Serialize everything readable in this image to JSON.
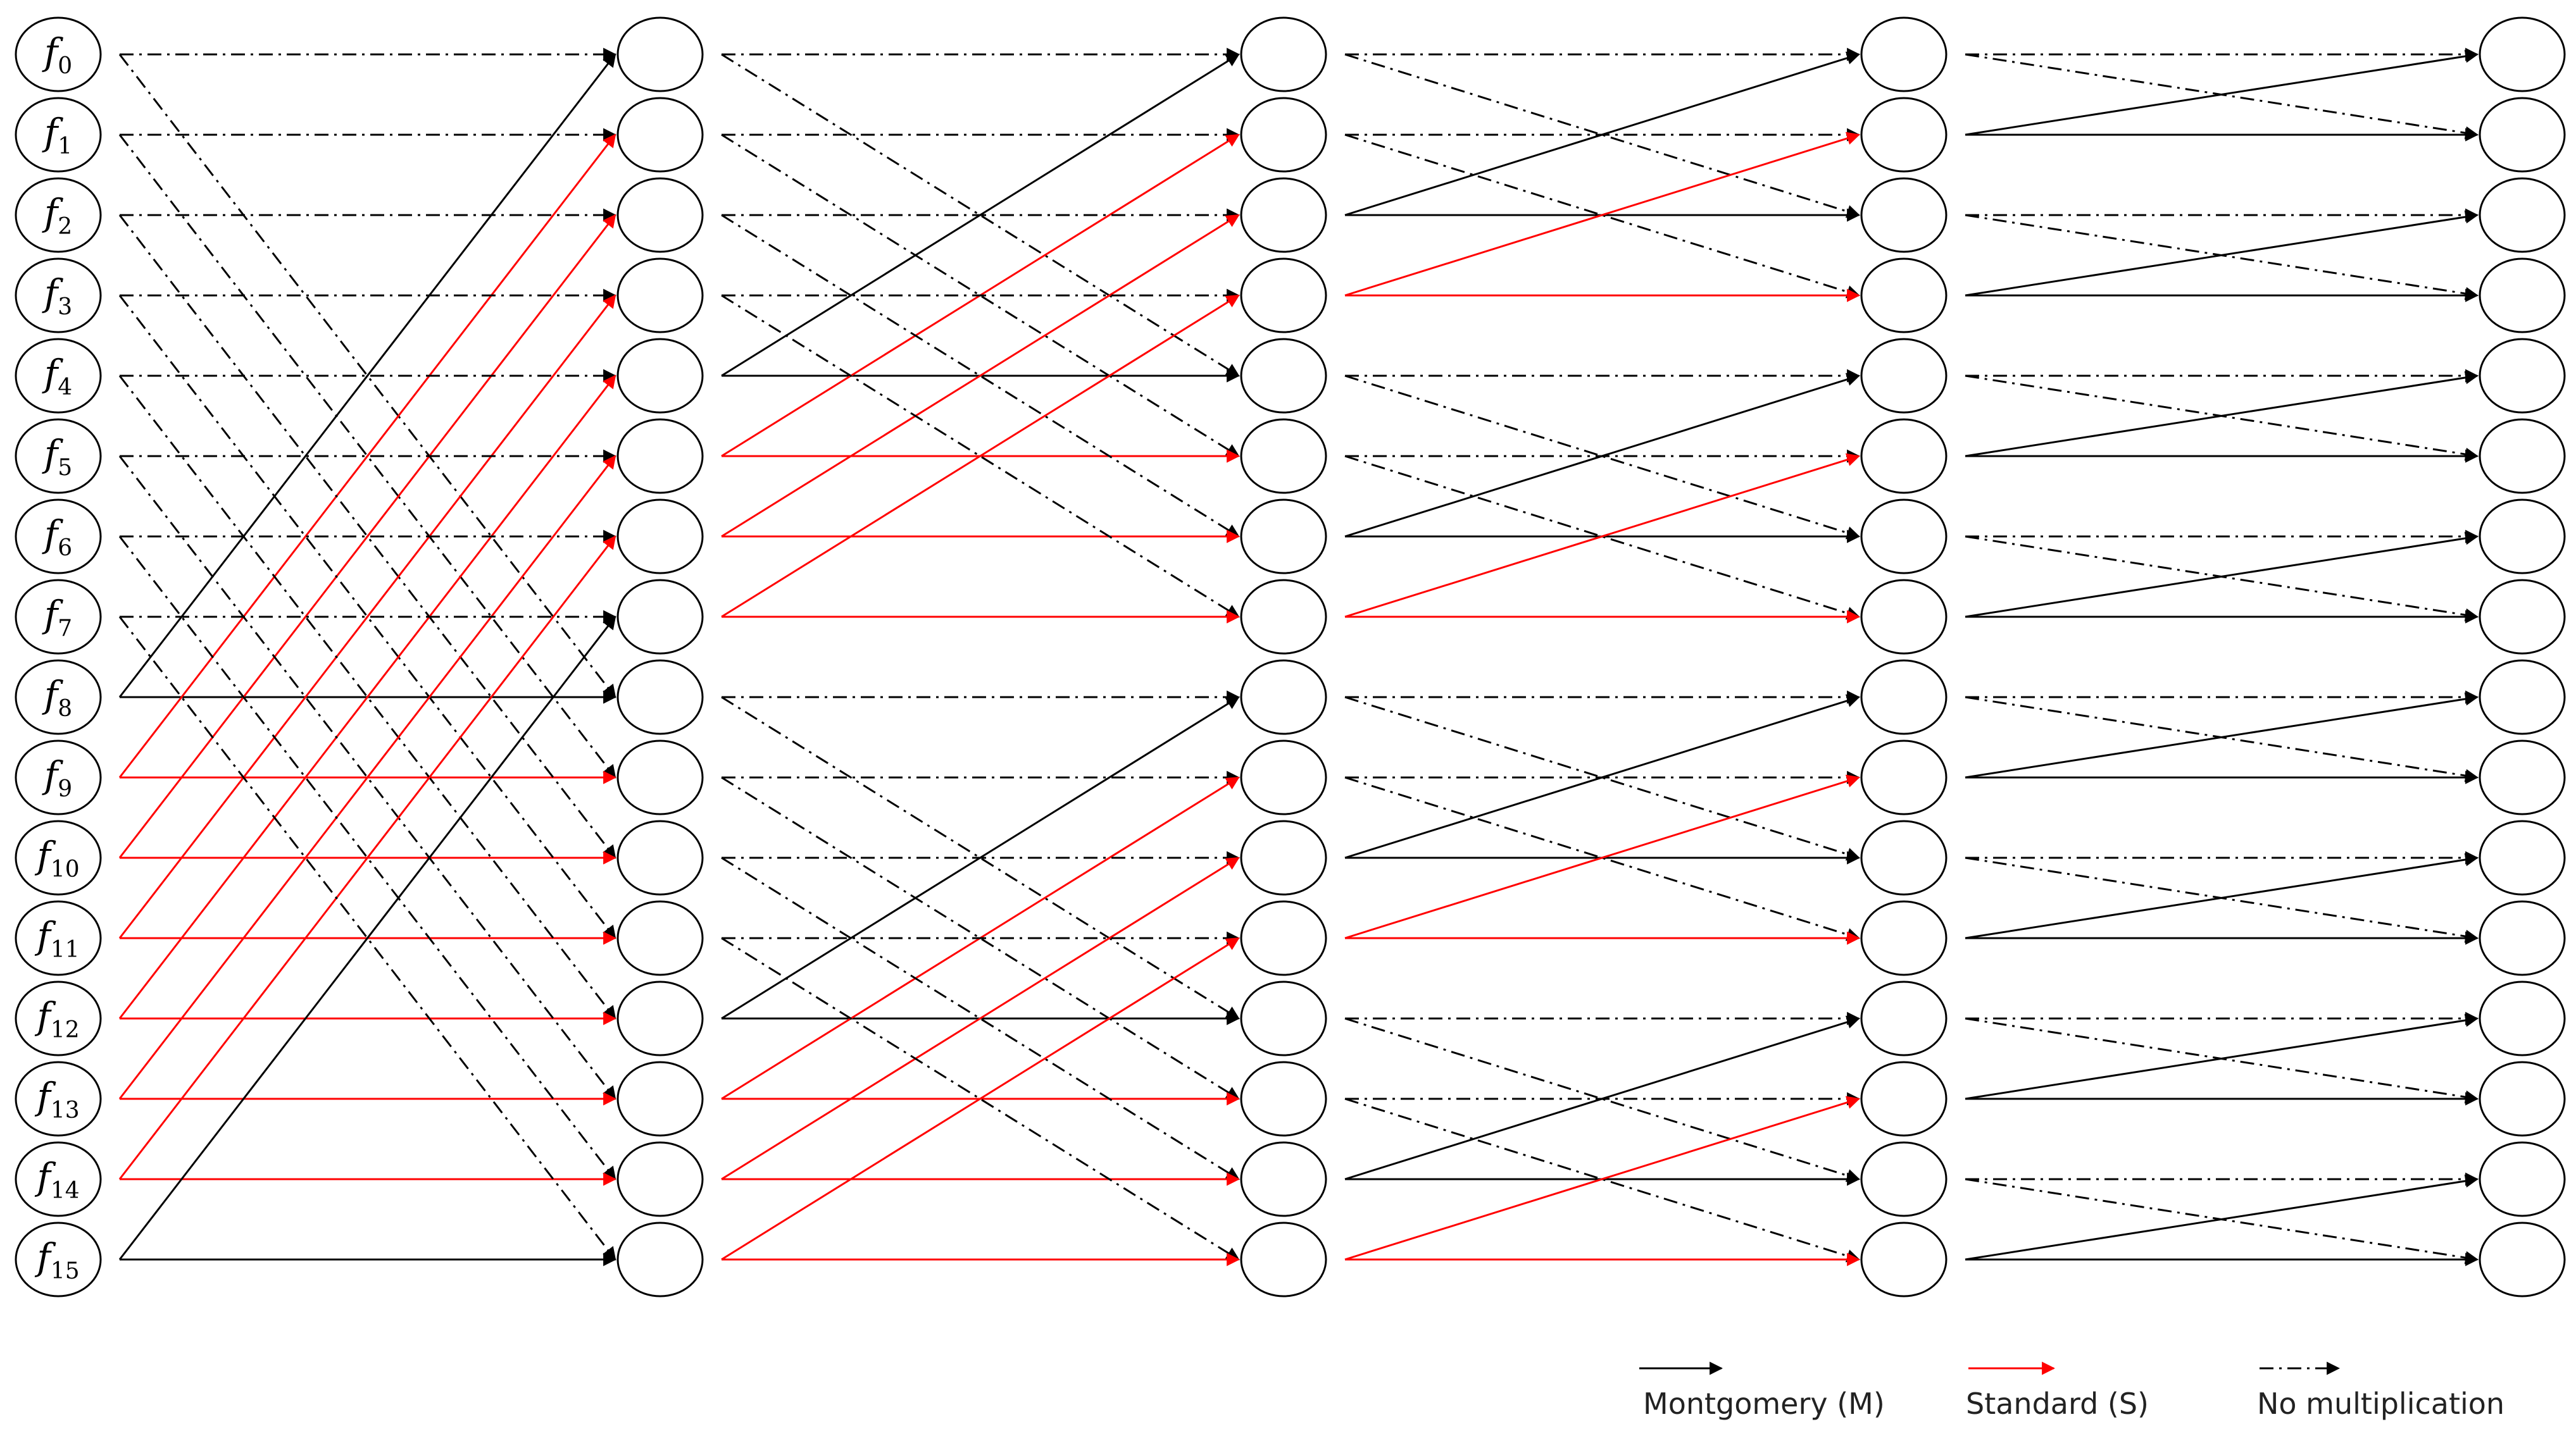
{
  "inputs": [
    {
      "base": "f",
      "sub": "0"
    },
    {
      "base": "f",
      "sub": "1"
    },
    {
      "base": "f",
      "sub": "2"
    },
    {
      "base": "f",
      "sub": "3"
    },
    {
      "base": "f",
      "sub": "4"
    },
    {
      "base": "f",
      "sub": "5"
    },
    {
      "base": "f",
      "sub": "6"
    },
    {
      "base": "f",
      "sub": "7"
    },
    {
      "base": "f",
      "sub": "8"
    },
    {
      "base": "f",
      "sub": "9"
    },
    {
      "base": "f",
      "sub": "10"
    },
    {
      "base": "f",
      "sub": "11"
    },
    {
      "base": "f",
      "sub": "12"
    },
    {
      "base": "f",
      "sub": "13"
    },
    {
      "base": "f",
      "sub": "14"
    },
    {
      "base": "f",
      "sub": "15"
    }
  ],
  "stage_count": 4,
  "stage_spans": [
    8,
    4,
    2,
    1
  ],
  "colors": {
    "montgomery": "#000000",
    "standard": "#ff0000",
    "none": "#000000"
  },
  "stages": [
    {
      "rows_from_lower_half": [
        [
          "M",
          "S",
          "S",
          "S",
          "S",
          "S",
          "S",
          "M"
        ]
      ]
    },
    {
      "rows_from_lower_half": [
        [
          "M",
          "S",
          "S",
          "S"
        ],
        [
          "M",
          "S",
          "S",
          "S"
        ]
      ]
    },
    {
      "rows_from_lower_half": [
        [
          "M",
          "S"
        ],
        [
          "M",
          "S"
        ],
        [
          "M",
          "S"
        ],
        [
          "M",
          "S"
        ]
      ]
    },
    {
      "rows_from_lower_half": [
        [
          "M"
        ],
        [
          "M"
        ],
        [
          "M"
        ],
        [
          "M"
        ],
        [
          "M"
        ],
        [
          "M"
        ],
        [
          "M"
        ],
        [
          "M"
        ]
      ]
    }
  ],
  "legend": [
    {
      "type": "montgomery",
      "label": "Montgomery (M)"
    },
    {
      "type": "standard",
      "label": "Standard (S)"
    },
    {
      "type": "none",
      "label": "No multiplication"
    }
  ]
}
